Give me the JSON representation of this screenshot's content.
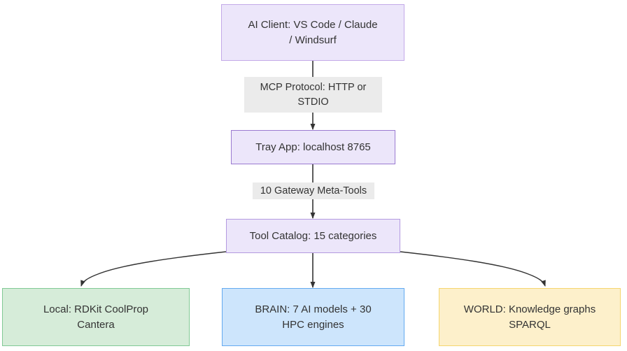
{
  "diagram": {
    "type": "flowchart",
    "direction": "top-down",
    "title": "",
    "nodes": [
      {
        "id": "ai-client",
        "label": "AI Client: VS Code / Claude\n/ Windsurf",
        "fill": "#ece6fa",
        "stroke": "#c3a9e8"
      },
      {
        "id": "tray-app",
        "label": "Tray App: localhost 8765",
        "fill": "#ece6fa",
        "stroke": "#9a7ad1"
      },
      {
        "id": "tool-catalog",
        "label": "Tool Catalog: 15 categories",
        "fill": "#ece6fa",
        "stroke": "#b39ae0"
      },
      {
        "id": "local",
        "label": "Local: RDKit CoolProp\nCantera",
        "fill": "#d6ecd9",
        "stroke": "#81c995"
      },
      {
        "id": "brain",
        "label": "BRAIN: 7 AI models + 30\nHPC engines",
        "fill": "#cde5fc",
        "stroke": "#64aaf0"
      },
      {
        "id": "world",
        "label": "WORLD: Knowledge graphs\nSPARQL",
        "fill": "#fdf0cb",
        "stroke": "#f5d66e"
      }
    ],
    "edges": [
      {
        "from": "ai-client",
        "to": "tray-app",
        "label": "MCP Protocol: HTTP or\nSTDIO"
      },
      {
        "from": "tray-app",
        "to": "tool-catalog",
        "label": "10 Gateway Meta-Tools"
      },
      {
        "from": "tool-catalog",
        "to": "local",
        "label": ""
      },
      {
        "from": "tool-catalog",
        "to": "brain",
        "label": ""
      },
      {
        "from": "tool-catalog",
        "to": "world",
        "label": ""
      }
    ],
    "edge_label_background": "#ebebeb",
    "edge_stroke": "#333333",
    "text_color": "#333333",
    "background": "#ffffff"
  }
}
